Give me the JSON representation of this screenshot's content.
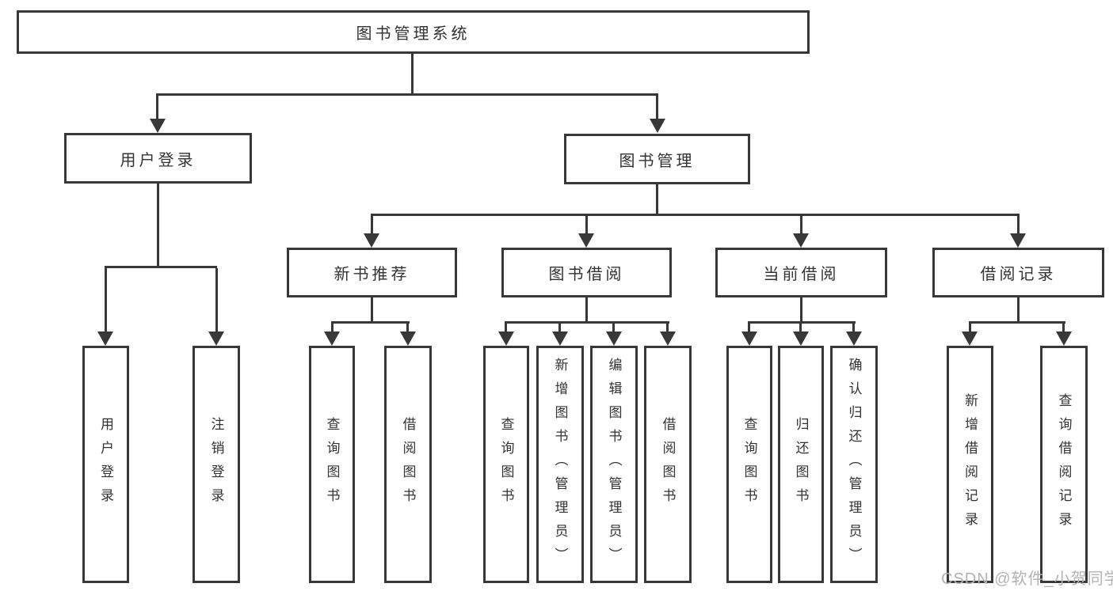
{
  "nodes": {
    "root": "图书管理系统",
    "level2": {
      "user_login": "用户登录",
      "book_mgmt": "图书管理"
    },
    "user_login_children": {
      "login": "用户登录",
      "logout": "注销登录"
    },
    "book_mgmt_children": {
      "new_book_rec": "新书推荐",
      "book_borrow": "图书借阅",
      "current_borrow": "当前借阅",
      "borrow_records": "借阅记录"
    },
    "new_book_rec_children": {
      "query_books": "查询图书",
      "borrow_books": "借阅图书"
    },
    "book_borrow_children": {
      "query_books": "查询图书",
      "add_books_admin": "新增图书（管理员）",
      "edit_books_admin": "编辑图书（管理员）",
      "borrow_books": "借阅图书"
    },
    "current_borrow_children": {
      "query_books": "查询图书",
      "return_books": "归还图书",
      "confirm_return_admin": "确认归还（管理员）"
    },
    "borrow_records_children": {
      "add_record": "新增借阅记录",
      "query_record": "查询借阅记录"
    }
  },
  "watermark": "CSDN @软件_小贺同学",
  "colors": {
    "line": "#383838",
    "text": "#333333",
    "watermark": "#b3b3b3",
    "background": "#ffffff"
  }
}
